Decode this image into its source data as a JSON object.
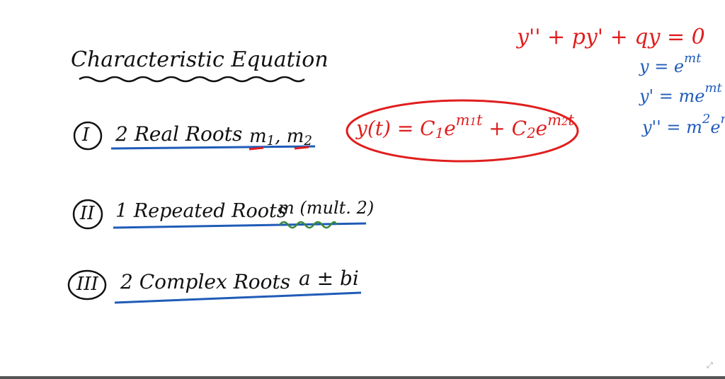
{
  "title": "Characteristic Equation",
  "cases": [
    {
      "numeral": "I",
      "label": "2 Real Roots",
      "roots": "m",
      "roots_sub_1": "1",
      "roots_sep": ",",
      "roots_2": "m",
      "roots_sub_2": "2"
    },
    {
      "numeral": "II",
      "label": "1 Repeated Roots",
      "roots": "m",
      "roots_extra": "(mult. 2)"
    },
    {
      "numeral": "III",
      "label": "2 Complex Roots",
      "roots": "a ± bi"
    }
  ],
  "solution": {
    "lhs": "y(t) = C",
    "c1_sub": "1",
    "e1": "e",
    "exp1": "m",
    "exp1_sub": "1",
    "exp1_t": "t",
    "plus": " + C",
    "c2_sub": "2",
    "e2": "e",
    "exp2": "m",
    "exp2_sub": "2",
    "exp2_t": "t"
  },
  "ode": "y'' + py' + qy = 0",
  "derivs": [
    {
      "lhs": "y = e",
      "exp": "mt"
    },
    {
      "lhs": "y' = me",
      "exp": "mt"
    },
    {
      "lhs": "y'' = m",
      "exp_pre": "2",
      "e": "e",
      "exp": "mt"
    }
  ],
  "colors": {
    "ink": "#111111",
    "red": "#e01e1e",
    "blue": "#1f5bb8",
    "green": "#3a8a3a"
  },
  "icons": {
    "corner": "expand-corner-icon"
  }
}
